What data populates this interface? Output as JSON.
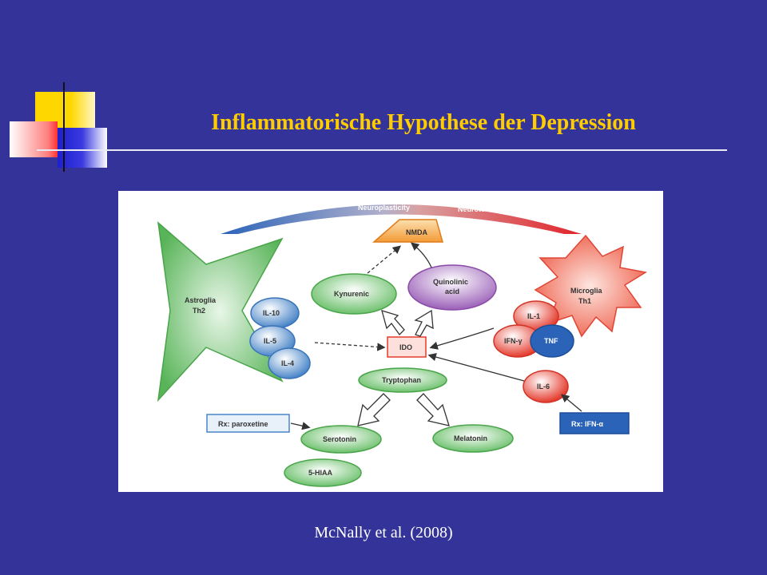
{
  "slide": {
    "title": "Inflammatorische Hypothese der Depression",
    "citation": "McNally et al. (2008)"
  },
  "colors": {
    "background": "#333399",
    "title": "#ffcc00",
    "green": "#5db85d",
    "purple": "#9a5fb8",
    "red": "#e43a2c",
    "blue": "#4a86c8",
    "orange": "#f39a36"
  },
  "diagram": {
    "arc_left": "Neuroplasticity",
    "arc_right": "Neurotoxicity",
    "nmda": "NMDA",
    "kynurenic": "Kynurenic",
    "quinolinic_1": "Quinolinic",
    "quinolinic_2": "acid",
    "astroglia_1": "Astroglia",
    "astroglia_2": "Th2",
    "microglia_1": "Microglia",
    "microglia_2": "Th1",
    "il10": "IL-10",
    "il5": "IL-5",
    "il4": "IL-4",
    "ido": "IDO",
    "il1": "IL-1",
    "ifn_gamma": "IFN-γ",
    "tnf": "TNF",
    "tryptophan": "Tryptophan",
    "il6": "IL-6",
    "rx_paroxetine": "Rx: paroxetine",
    "rx_ifn": "Rx: IFN-α",
    "serotonin": "Serotonin",
    "melatonin": "Melatonin",
    "hiaa": "5-HIAA"
  }
}
